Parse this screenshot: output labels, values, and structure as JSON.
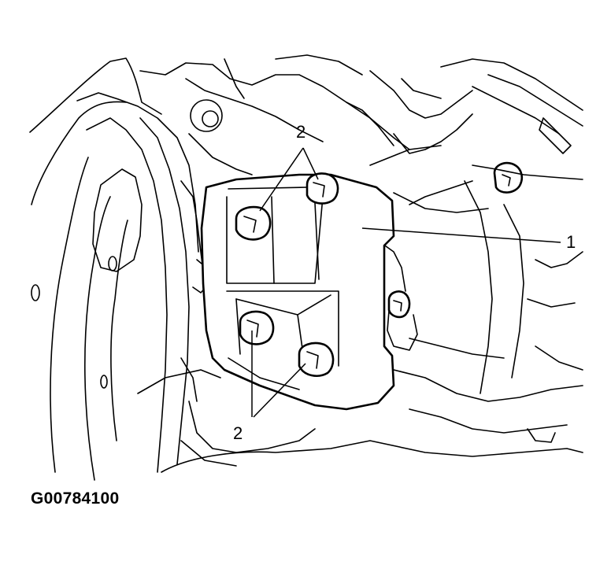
{
  "figure": {
    "callouts": {
      "bracket": "1",
      "bolts_top": "2",
      "bolts_bottom": "2"
    },
    "figure_id": "G00784100"
  }
}
